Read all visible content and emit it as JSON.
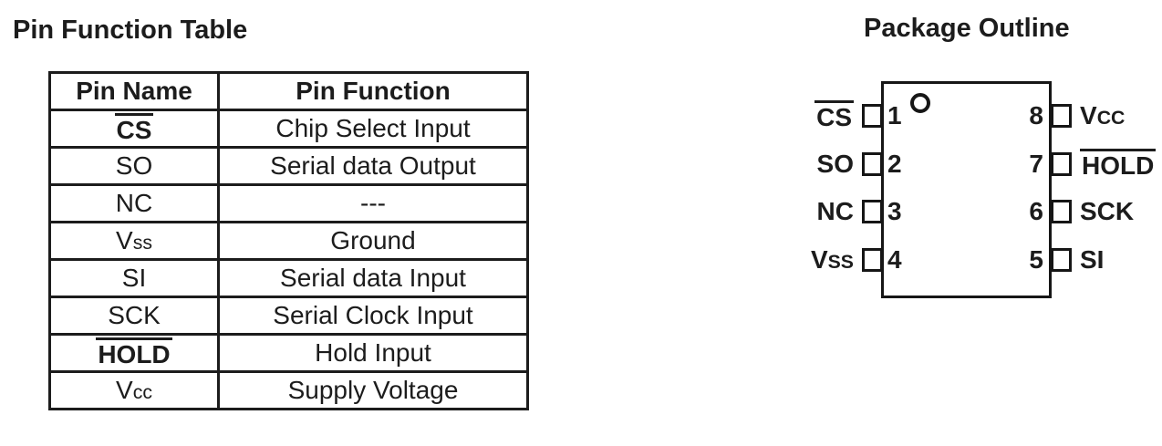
{
  "meta": {
    "ink_color": "#1c1c1c",
    "background_color": "#ffffff"
  },
  "left_section": {
    "title": "Pin Function Table",
    "table": {
      "headers": [
        "Pin Name",
        "Pin Function"
      ],
      "rows": [
        {
          "pin_name": "CS",
          "overline": true,
          "bold": true,
          "pin_function": "Chip Select Input"
        },
        {
          "pin_name": "SO",
          "pin_function": "Serial data Output"
        },
        {
          "pin_name": "NC",
          "pin_function": "---"
        },
        {
          "pin_name": "V",
          "name_small": "ss",
          "pin_function": "Ground"
        },
        {
          "pin_name": "SI",
          "pin_function": "Serial data Input"
        },
        {
          "pin_name": "SCK",
          "pin_function": "Serial Clock Input"
        },
        {
          "pin_name": "HOLD",
          "overline": true,
          "bold": true,
          "pin_function": "Hold Input"
        },
        {
          "pin_name": "V",
          "name_small": "cc",
          "pin_function": "Supply Voltage"
        }
      ]
    }
  },
  "right_section": {
    "title": "Package Outline",
    "package": {
      "pin1_indicator_icon": "circle",
      "left_pins": [
        {
          "number": "1",
          "label": "CS",
          "overline": true
        },
        {
          "number": "2",
          "label": "SO"
        },
        {
          "number": "3",
          "label": "NC"
        },
        {
          "number": "4",
          "label": "V",
          "label_small": "SS"
        }
      ],
      "right_pins": [
        {
          "number": "8",
          "label": "V",
          "label_small": "CC"
        },
        {
          "number": "7",
          "label": "HOLD",
          "overline": true
        },
        {
          "number": "6",
          "label": "SCK"
        },
        {
          "number": "5",
          "label": "SI"
        }
      ]
    }
  }
}
